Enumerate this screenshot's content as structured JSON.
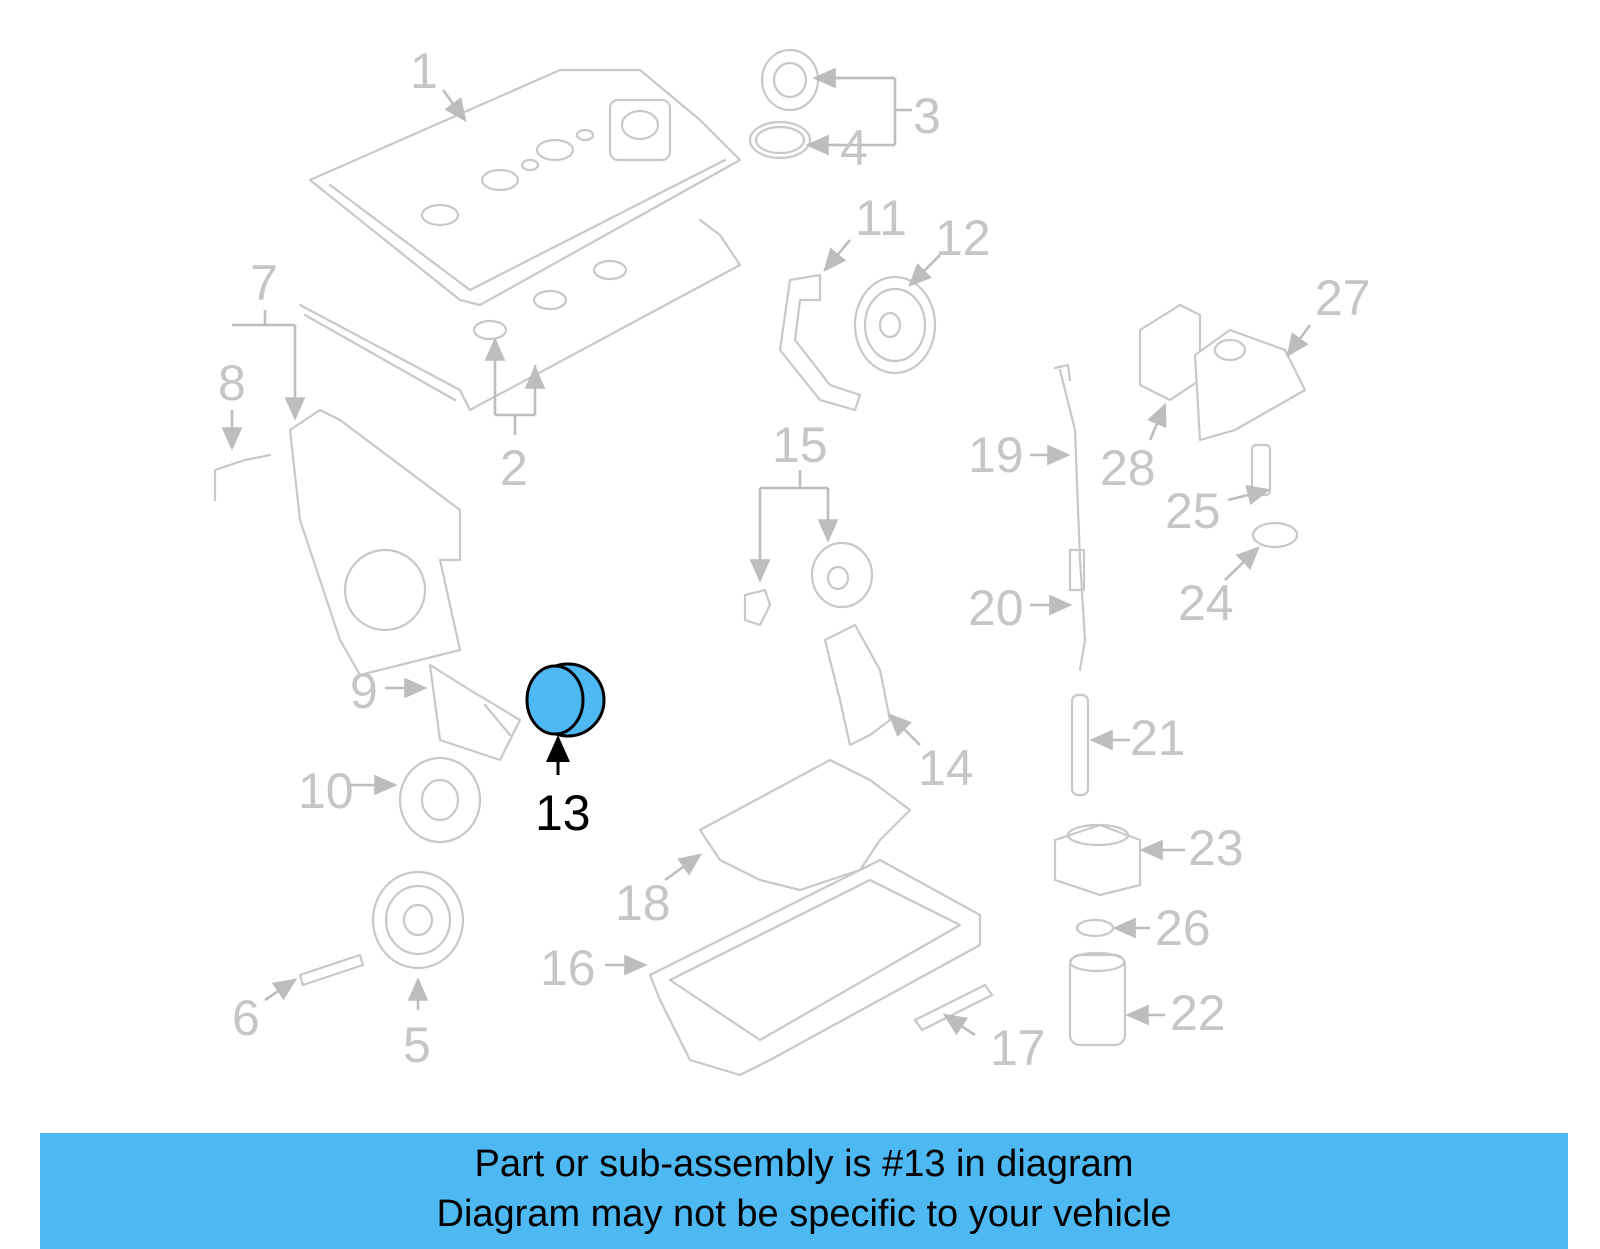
{
  "diagram": {
    "highlight_color": "#4db8f2",
    "highlighted_part": "13",
    "callouts": [
      "1",
      "2",
      "3",
      "4",
      "5",
      "6",
      "7",
      "8",
      "9",
      "10",
      "11",
      "12",
      "13",
      "14",
      "15",
      "16",
      "17",
      "18",
      "19",
      "20",
      "21",
      "22",
      "23",
      "24",
      "25",
      "26",
      "27",
      "28"
    ]
  },
  "footer": {
    "line1": "Part or sub-assembly is #13 in diagram",
    "line2": "Diagram may not be specific to your vehicle"
  }
}
